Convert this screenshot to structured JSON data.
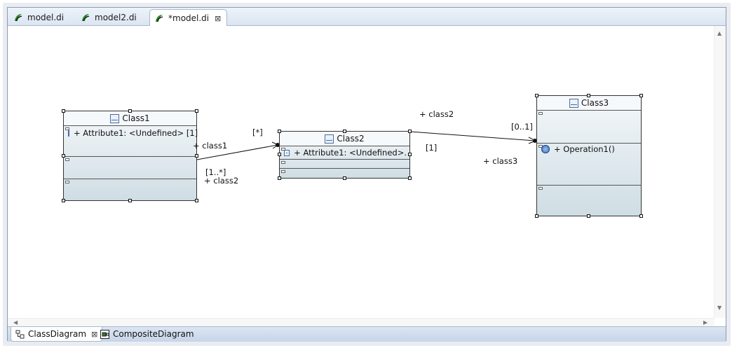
{
  "editor_tabs": [
    {
      "label": "model.di",
      "active": false
    },
    {
      "label": "model2.di",
      "active": false
    },
    {
      "label": "*model.di",
      "active": true
    }
  ],
  "diagram_tabs": [
    {
      "label": "ClassDiagram",
      "active": true
    },
    {
      "label": "CompositeDiagram",
      "active": false
    }
  ],
  "classes": {
    "class1": {
      "name": "Class1",
      "attribute": "+ Attribute1: <Undefined> [1]"
    },
    "class2": {
      "name": "Class2",
      "attribute": "+ Attribute1: <Undefined>."
    },
    "class3": {
      "name": "Class3",
      "operation": "+ Operation1()"
    }
  },
  "associations": {
    "a1": {
      "mult_src": "[1..*]",
      "role_src": "+ class2",
      "role_tgt": "+ class1",
      "mult_tgt": "[*]"
    },
    "a2": {
      "role_top": "+ class2",
      "mult_src": "[1]",
      "mult_tgt": "[0..1]",
      "role_bottom": "+ class3"
    }
  },
  "colors": {
    "tab_bar": "#dbe5f2",
    "class_fill_top": "#f3f7f9",
    "class_fill_bottom": "#cfdde4"
  }
}
